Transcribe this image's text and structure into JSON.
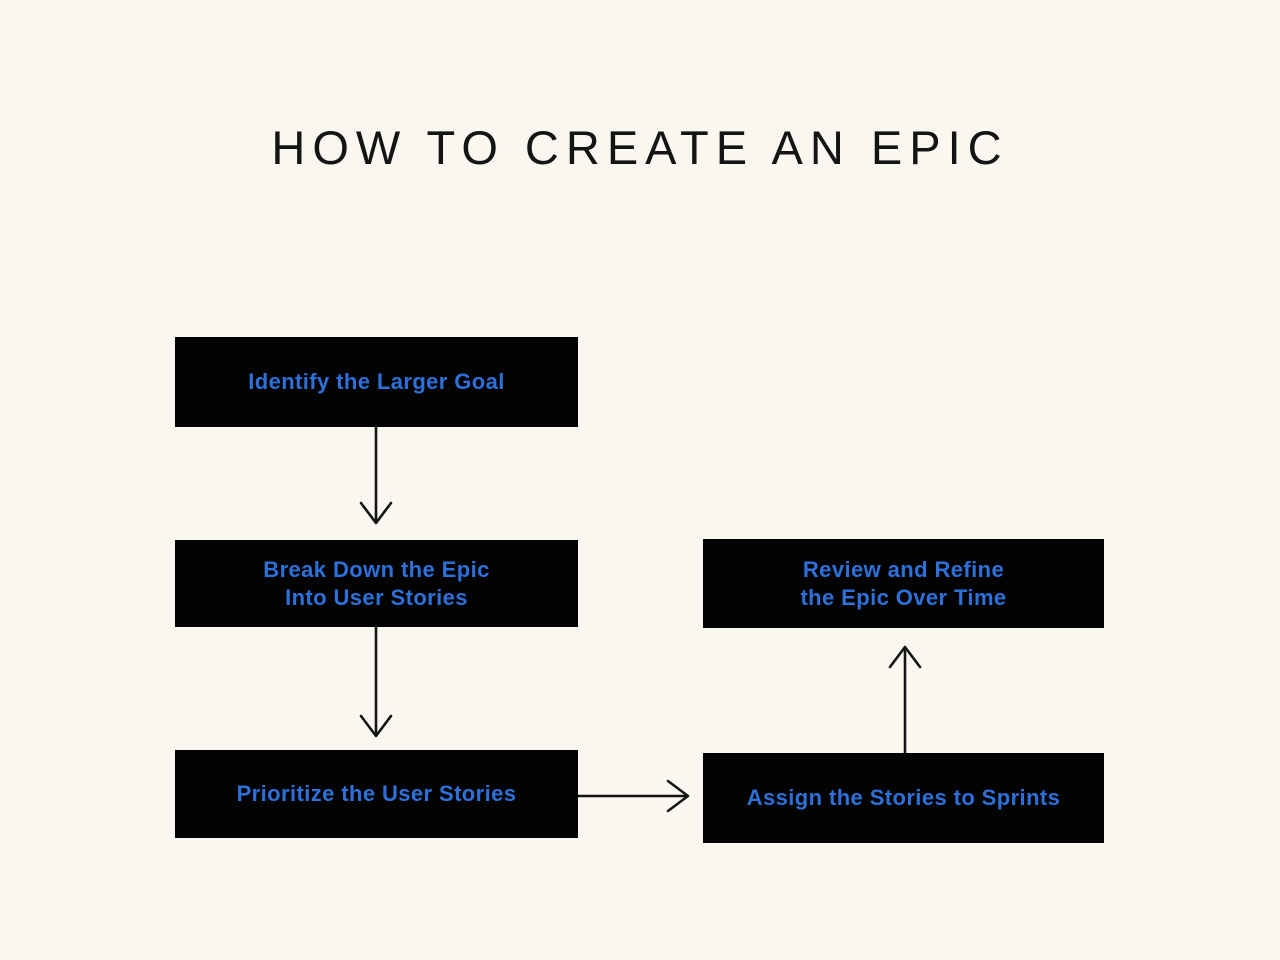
{
  "title": "HOW TO CREATE AN EPIC",
  "diagram": {
    "type": "flowchart",
    "nodes": [
      {
        "id": "identify",
        "lines": [
          "Identify the Larger Goal"
        ]
      },
      {
        "id": "breakdown",
        "lines": [
          "Break Down the Epic",
          "Into User Stories"
        ]
      },
      {
        "id": "prioritize",
        "lines": [
          "Prioritize the User Stories"
        ]
      },
      {
        "id": "assign",
        "lines": [
          "Assign the Stories to Sprints"
        ]
      },
      {
        "id": "review",
        "lines": [
          "Review and Refine",
          "the Epic Over Time"
        ]
      }
    ],
    "edges": [
      {
        "from": "identify",
        "to": "breakdown",
        "direction": "down"
      },
      {
        "from": "breakdown",
        "to": "prioritize",
        "direction": "down"
      },
      {
        "from": "prioritize",
        "to": "assign",
        "direction": "right"
      },
      {
        "from": "assign",
        "to": "review",
        "direction": "up"
      }
    ],
    "colors": {
      "background": "#f9f7f0",
      "node_fill": "#030303",
      "node_text": "#2e70da",
      "title_text": "#141414",
      "arrow": "#141414"
    }
  }
}
